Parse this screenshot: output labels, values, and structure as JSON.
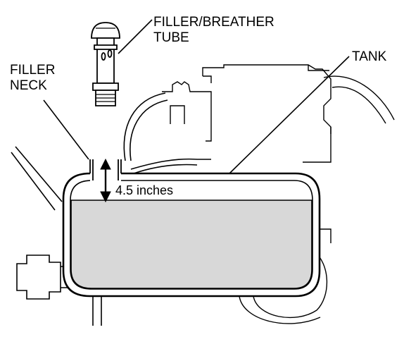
{
  "labels": {
    "filler_breather_tube": [
      "FILLER/BREATHER",
      "TUBE"
    ],
    "filler_neck": [
      "FILLER",
      "NECK"
    ],
    "tank": "TANK",
    "dimension": "4.5 inches"
  },
  "colors": {
    "fluid": "#d8d8d8",
    "line": "#000000",
    "background": "#ffffff"
  }
}
